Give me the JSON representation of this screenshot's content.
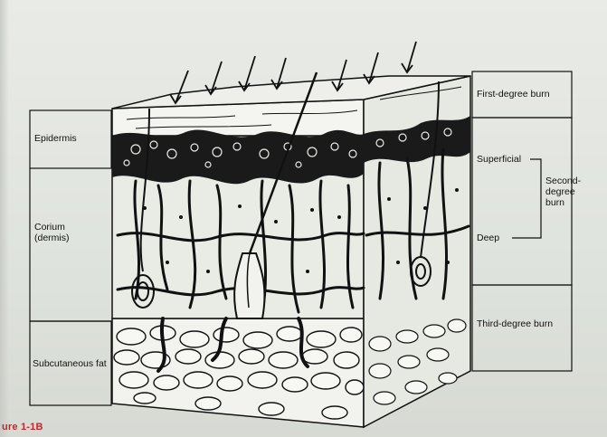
{
  "figure": {
    "left_labels": {
      "epidermis": "Epidermis",
      "corium": "Corium\n(dermis)",
      "subcutaneous": "Subcutaneous fat"
    },
    "right_labels": {
      "first_degree": "First-degree burn",
      "superficial": "Superficial",
      "deep": "Deep",
      "second_degree": "Second-\ndegree\nburn",
      "third_degree": "Third-degree burn"
    },
    "caption_fragment": "ure 1-1B"
  }
}
